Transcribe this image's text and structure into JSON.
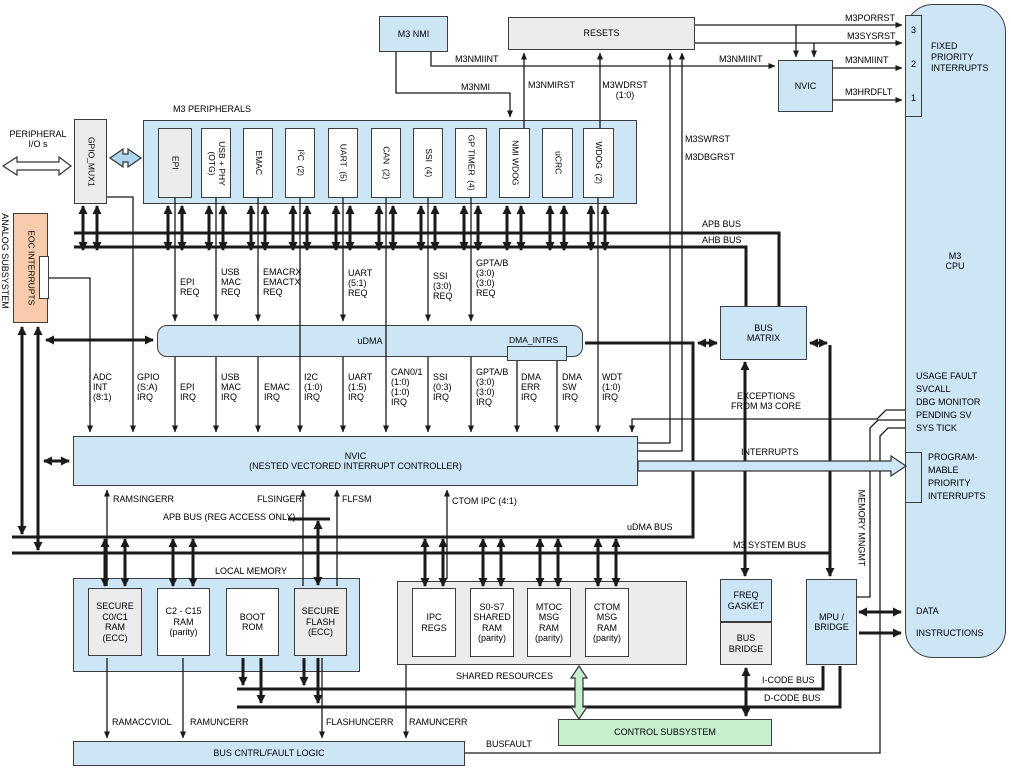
{
  "colors": {
    "blue": "#cde6f6",
    "gray": "#ececec",
    "peach": "#f8cbad",
    "green": "#c6efce",
    "line": "#1a1a1a"
  },
  "top": {
    "m3_nmi": "M3 NMI",
    "resets": "RESETS",
    "nvic_small": "NVIC",
    "m3nmiint_a": "M3NMIINT",
    "m3nmiint_b": "M3NMIINT",
    "m3nmi": "M3NMI",
    "m3nmirst": "M3NMIRST",
    "m3wdrst": "M3WDRST\n(1:0)",
    "m3swrst": "M3SWRST",
    "m3dbgrst": "M3DBGRST",
    "m3porrst": "M3PORRST",
    "m3sysrst": "M3SYSRST",
    "m3nmiint_c": "M3NMIINT",
    "m3hrdflt": "M3HRDFLT"
  },
  "cpu": {
    "title": "M3\nCPU",
    "fixed": "FIXED\nPRIORITY\nINTERRUPTS",
    "n3": "3",
    "n2": "2",
    "n1": "1",
    "exception_list": "USAGE FAULT\nSVCALL\nDBG MONITOR\nPENDING SV\nSYS TICK",
    "programmable": "PROGRAM-\nMABLE\nPRIORITY\nINTERRUPTS",
    "data": "DATA",
    "instructions": "INSTRUCTIONS"
  },
  "left": {
    "peripheral_ios": "PERIPHERAL\nI/O s",
    "gpio_mux": "GPIO_MUX1",
    "analog": "ANALOG SUBSYSTEM",
    "eoc": "EOC INTERRUPTS"
  },
  "peripherals": {
    "title": "M3 PERIPHERALS",
    "items": [
      "EPI",
      "USB + PHY\n(OTG)",
      "EMAC",
      "I²C  (2)",
      "UART  (5)",
      "CAN  (2)",
      "SSI  (4)",
      "GP TIMER  (4)",
      "NMI WDOG",
      "uCRC",
      "WDOG  (2)"
    ]
  },
  "buses": {
    "apb": "APB BUS",
    "ahb": "AHB BUS",
    "udma_bus": "uDMA BUS",
    "m3_system_bus": "M3 SYSTEM BUS",
    "icode": "I-CODE BUS",
    "dcode": "D-CODE BUS",
    "memory_mngmt": "MEMORY MNGMT",
    "shared_resources": "SHARED RESOURCES"
  },
  "dma": {
    "udma": "uDMA",
    "dma_intrs": "DMA_INTRS",
    "req": [
      "EPI\nREQ",
      "USB\nMAC\nREQ",
      "EMACRX\nEMACTX\nREQ",
      "UART\n(5:1)\nREQ",
      "SSI\n(3:0)\nREQ",
      "GPTA/B\n(3:0)\n(3:0)\nREQ"
    ],
    "irq": [
      "ADC\nINT\n(8:1)",
      "GPIO\n(S:A)\nIRQ",
      "EPI\nIRQ",
      "USB\nMAC\nIRQ",
      "EMAC\nIRQ",
      "I2C\n(1:0)\nIRQ",
      "UART\n(1:5)\nIRQ",
      "CAN0/1\n(1:0)\n(1:0)\nIRQ",
      "SSI\n(0:3)\nIRQ",
      "GPTA/B\n(3:0)\n(3:0)\nIRQ",
      "DMA\nERR\nIRQ",
      "DMA\nSW\nIRQ",
      "WDT\n(1:0)\nIRQ"
    ]
  },
  "nvic": {
    "title": "NVIC\n(NESTED VECTORED INTERRUPT CONTROLLER)",
    "bus_matrix": "BUS\nMATRIX",
    "exceptions": "EXCEPTIONS\nFROM M3 CORE",
    "interrupts": "INTERRUPTS",
    "ramsingerr": "RAMSINGERR",
    "apb_reg": "APB BUS (REG ACCESS ONLY)",
    "flsinger": "FLSINGER",
    "flfsm": "FLFSM",
    "ctom_ipc": "CTOM IPC (4:1)"
  },
  "memory": {
    "local_title": "LOCAL MEMORY",
    "items": [
      "SECURE\nC0/C1\nRAM\n(ECC)",
      "C2 - C15\nRAM\n(parity)",
      "BOOT\nROM",
      "SECURE\nFLASH\n(ECC)"
    ],
    "shared_items": [
      "IPC\nREGS",
      "S0-S7\nSHARED\nRAM\n(parity)",
      "MTOC\nMSG\nRAM\n(parity)",
      "CTOM\nMSG\nRAM\n(parity)"
    ]
  },
  "bottom": {
    "freq_gasket": "FREQ\nGASKET",
    "bus_bridge": "BUS\nBRIDGE",
    "mpu_bridge": "MPU /\nBRIDGE",
    "control": "CONTROL SUBSYSTEM",
    "bus_cntrl": "BUS CNTRL/FAULT LOGIC",
    "busfault": "BUSFAULT",
    "ramaccviol": "RAMACCVIOL",
    "ramuncerr1": "RAMUNCERR",
    "flashuncerr": "FLASHUNCERR",
    "ramuncerr2": "RAMUNCERR"
  }
}
